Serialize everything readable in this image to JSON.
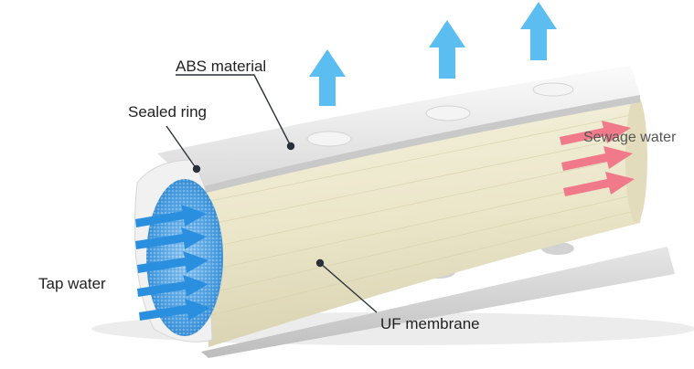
{
  "labels": {
    "abs_material": "ABS material",
    "sealed_ring": "Sealed ring",
    "sewage_water": "Sewage water",
    "tap_water": "Tap water",
    "uf_membrane": "UF membrane"
  },
  "colors": {
    "tap_water_arrow": "#2b8fe0",
    "permeate_arrow": "#5cbdf0",
    "sewage_arrow": "#f07a8a",
    "membrane": "#eee9d0",
    "housing": "#eeeeee",
    "leader_line": "#2a2f3a"
  },
  "icons": {
    "tap_water_arrows": "arrow-right-icon",
    "permeate_arrows": "arrow-up-icon",
    "sewage_arrows": "arrow-right-icon"
  }
}
